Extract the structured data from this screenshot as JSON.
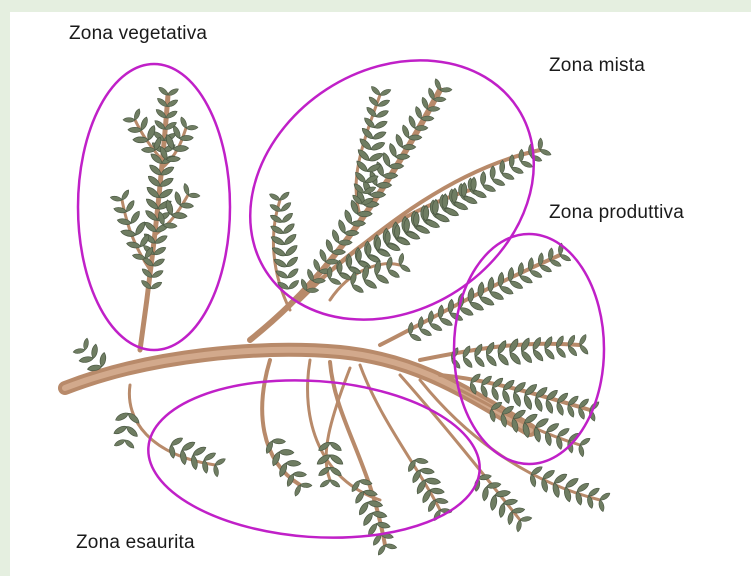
{
  "labels": {
    "vegetativa": "Zona vegetativa",
    "mista": "Zona mista",
    "produttiva": "Zona produttiva",
    "esaurita": "Zona esaurita"
  },
  "colors": {
    "background": "#e5efe0",
    "panel": "#ffffff",
    "ellipse": "#c020c8",
    "branch": "#b88a6a",
    "leaf": "#6f7d62"
  },
  "illustration": "branch-with-zones"
}
